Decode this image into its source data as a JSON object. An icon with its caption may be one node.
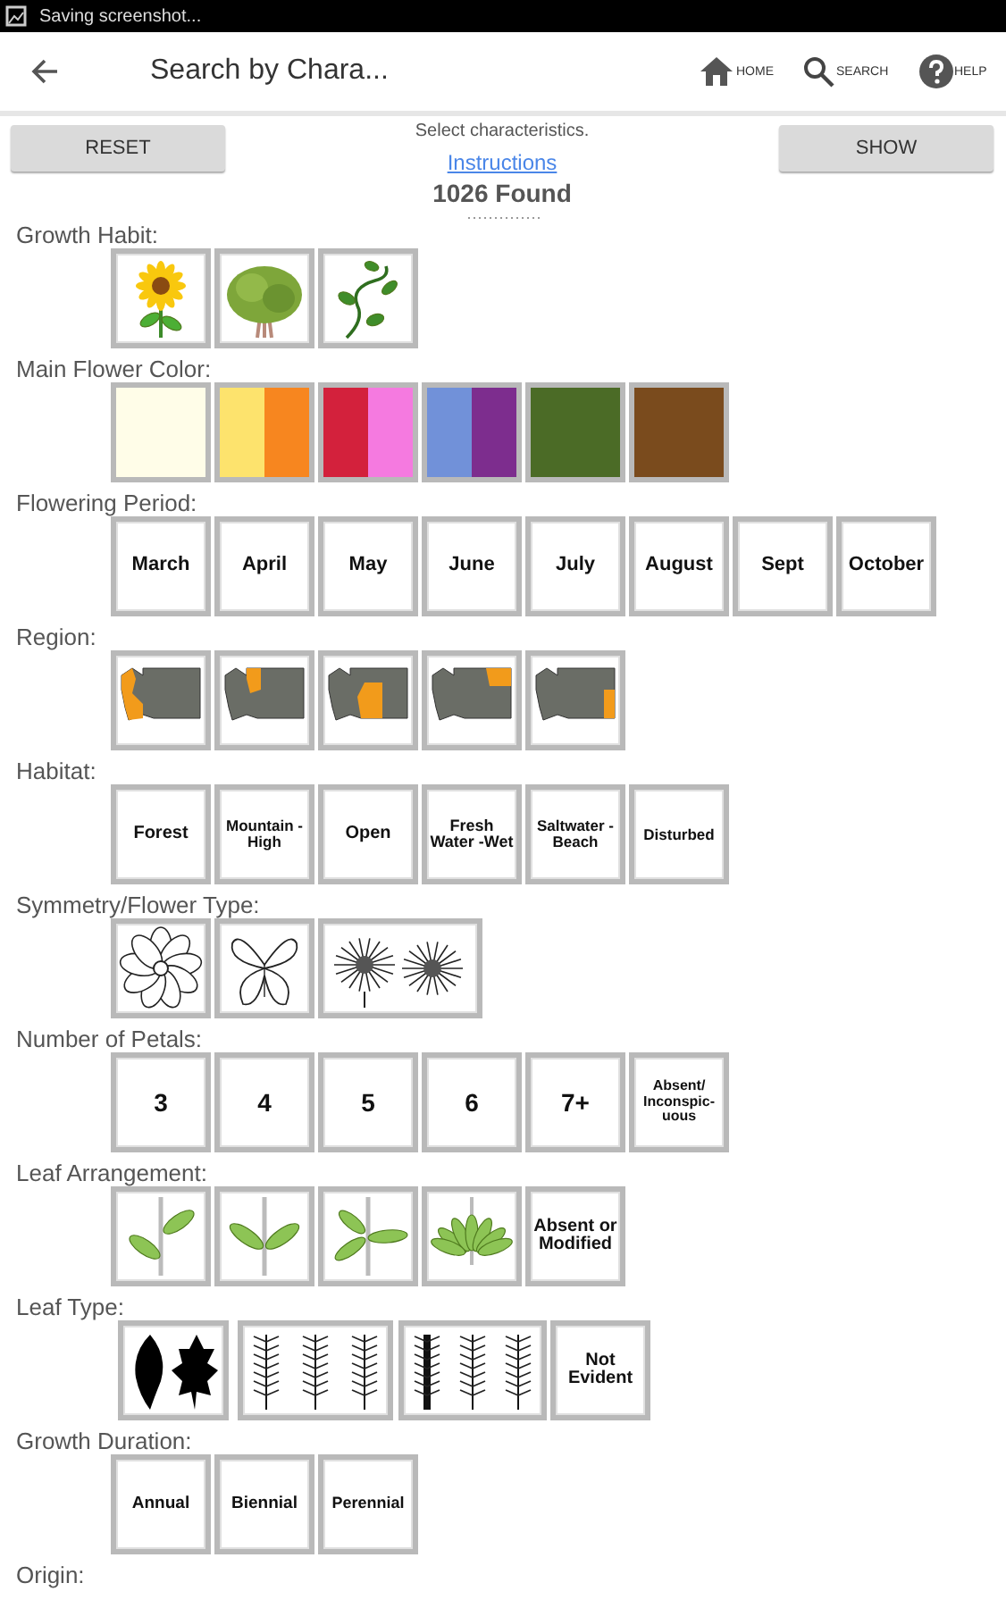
{
  "diagram": {
    "title": "Search by Chara...",
    "nodes": [
      {
        "text": [
          "RESET"
        ]
      },
      {
        "text": [
          "SHOW"
        ]
      },
      {
        "text": [],
        "shape": "picture"
      },
      {
        "text": [],
        "shape": "picture"
      },
      {
        "text": [],
        "shape": "picture"
      },
      {
        "text": [],
        "shape": "box"
      },
      {
        "text": [],
        "shape": "box"
      },
      {
        "text": [],
        "shape": "box"
      },
      {
        "text": [],
        "shape": "box"
      },
      {
        "text": [],
        "shape": "box"
      },
      {
        "text": [],
        "shape": "box"
      },
      {
        "text": [
          "March"
        ]
      },
      {
        "text": [
          "April"
        ]
      },
      {
        "text": [
          "May"
        ]
      },
      {
        "text": [
          "June"
        ]
      },
      {
        "text": [
          "July"
        ]
      },
      {
        "text": [
          "August"
        ]
      },
      {
        "text": [
          "Sept"
        ]
      },
      {
        "text": [
          "October"
        ]
      },
      {
        "text": [],
        "shape": "picture"
      },
      {
        "text": [],
        "shape": "picture"
      },
      {
        "text": [],
        "shape": "picture"
      },
      {
        "text": [],
        "shape": "picture"
      },
      {
        "text": [],
        "shape": "picture"
      },
      {
        "text": [
          "Forest"
        ]
      },
      {
        "text": [
          "Mountain -High"
        ]
      },
      {
        "text": [
          "Open"
        ]
      },
      {
        "text": [
          "Fresh Water -Wet"
        ]
      },
      {
        "text": [
          "Saltwater -Beach"
        ]
      },
      {
        "text": [
          "Disturbed"
        ]
      },
      {
        "text": [],
        "shape": "picture"
      },
      {
        "text": [],
        "shape": "picture"
      },
      {
        "text": [],
        "shape": "picture"
      },
      {
        "text": [
          "3"
        ]
      },
      {
        "text": [
          "4"
        ]
      },
      {
        "text": [
          "5"
        ]
      },
      {
        "text": [
          "6"
        ]
      },
      {
        "text": [
          "7+"
        ]
      },
      {
        "text": [
          "Absent/ Inconspic- uous"
        ]
      },
      {
        "text": [],
        "shape": "picture"
      },
      {
        "text": [],
        "shape": "picture"
      },
      {
        "text": [],
        "shape": "picture"
      },
      {
        "text": [],
        "shape": "picture"
      },
      {
        "text": [
          "Absent or Modified"
        ]
      },
      {
        "text": [],
        "shape": "picture"
      },
      {
        "text": [],
        "shape": "picture"
      },
      {
        "text": [],
        "shape": "picture"
      },
      {
        "text": [
          "Not Evident"
        ]
      },
      {
        "text": [
          "Annual"
        ]
      },
      {
        "text": [
          "Biennial"
        ]
      },
      {
        "text": [
          "Perennial"
        ]
      }
    ],
    "labels": [
      "Saving screenshot...",
      "HOME",
      "SEARCH",
      "HELP",
      "Select characteristics.",
      "Instructions",
      "1026 Found",
      "Growth Habit:",
      "Main Flower Color:",
      "Flowering Period:",
      "Region:",
      "Habitat:",
      "Symmetry/Flower Type:",
      "Number of Petals:",
      "Leaf Arrangement:",
      "Leaf Type:",
      "Growth Duration:",
      "Origin:"
    ]
  }
}
